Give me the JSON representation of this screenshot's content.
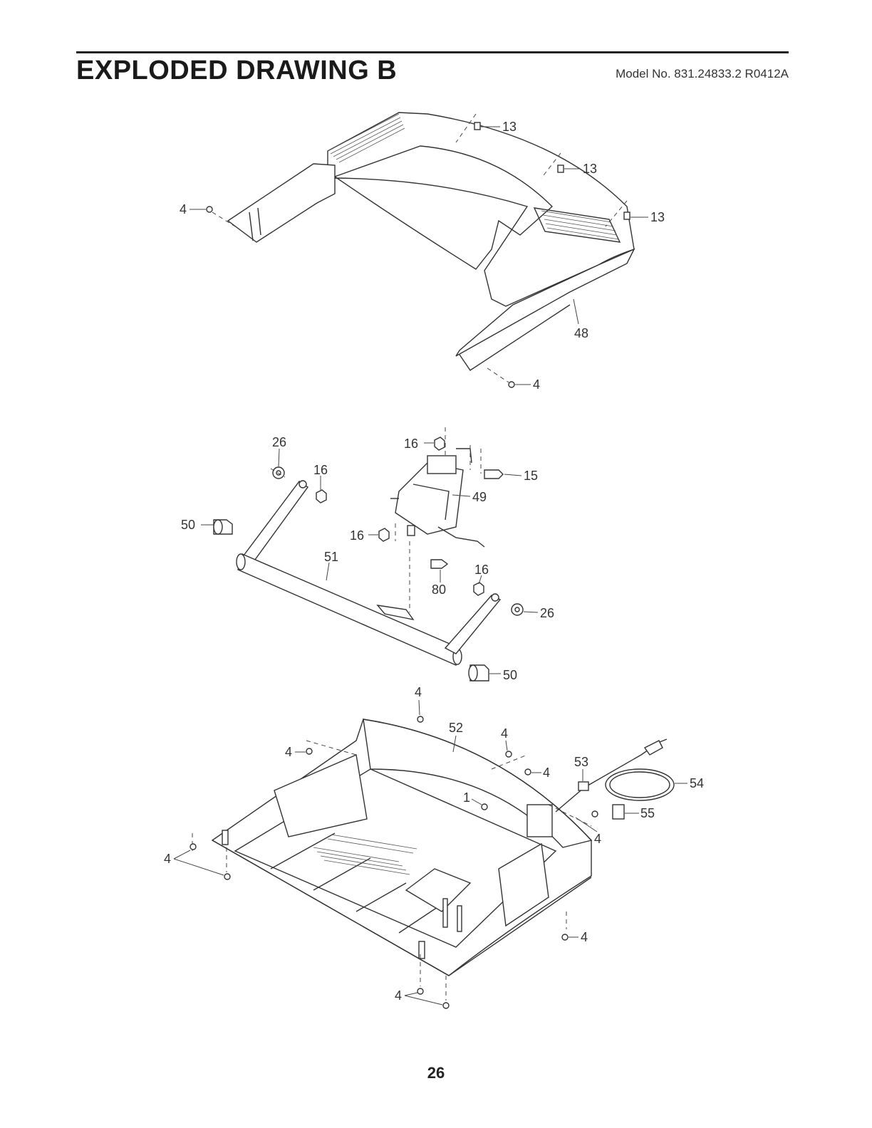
{
  "header": {
    "title": "EXPLODED DRAWING B",
    "model": "Model No. 831.24833.2 R0412A"
  },
  "footer": {
    "page_number": "26"
  },
  "callouts": {
    "hood_screw_left": "4",
    "hood_clip_1": "13",
    "hood_clip_2": "13",
    "hood_clip_3": "13",
    "hood": "48",
    "hood_screw_right": "4",
    "washer_left": "26",
    "nut_left": "16",
    "nut_top": "16",
    "bolt_right": "15",
    "motor": "49",
    "nut_mid": "16",
    "bushing_left": "50",
    "frame": "51",
    "nut_right": "16",
    "bolt": "80",
    "washer_right": "26",
    "bushing_right": "50",
    "base_screw_top": "4",
    "base": "52",
    "base_screw_upper": "4",
    "base_screw_left": "4",
    "base_screw_right": "4",
    "grommet": "53",
    "power_cord": "54",
    "ground_screw": "1",
    "switch": "55",
    "side_screw_right": "4",
    "corner_screw_left": "4",
    "corner_screw_right": "4",
    "bottom_screws": "4"
  }
}
